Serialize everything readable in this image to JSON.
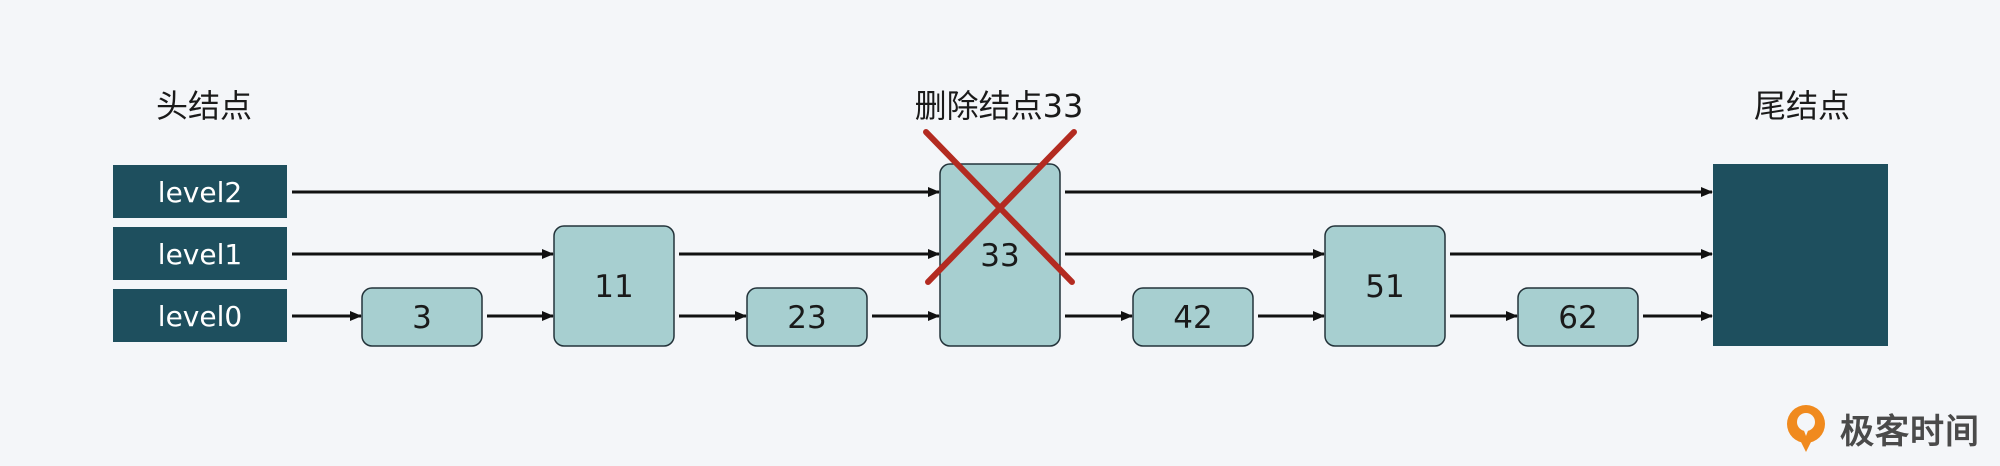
{
  "labels": {
    "head": "头结点",
    "tail": "尾结点",
    "delete": "删除结点33"
  },
  "levels": [
    "level2",
    "level1",
    "level0"
  ],
  "nodes": [
    {
      "value": "3",
      "height": 1
    },
    {
      "value": "11",
      "height": 2
    },
    {
      "value": "23",
      "height": 1
    },
    {
      "value": "33",
      "height": 3,
      "deleted": true
    },
    {
      "value": "42",
      "height": 1
    },
    {
      "value": "51",
      "height": 2
    },
    {
      "value": "62",
      "height": 1
    }
  ],
  "colors": {
    "dark": "#1e4f5e",
    "node_fill": "#a7cfd0",
    "node_stroke": "#23333a",
    "cross": "#b32b21",
    "arrow": "#111111",
    "brand_orange": "#f08a1e"
  },
  "brand": {
    "text": "极客时间",
    "icon": "geektime-logo-icon"
  }
}
